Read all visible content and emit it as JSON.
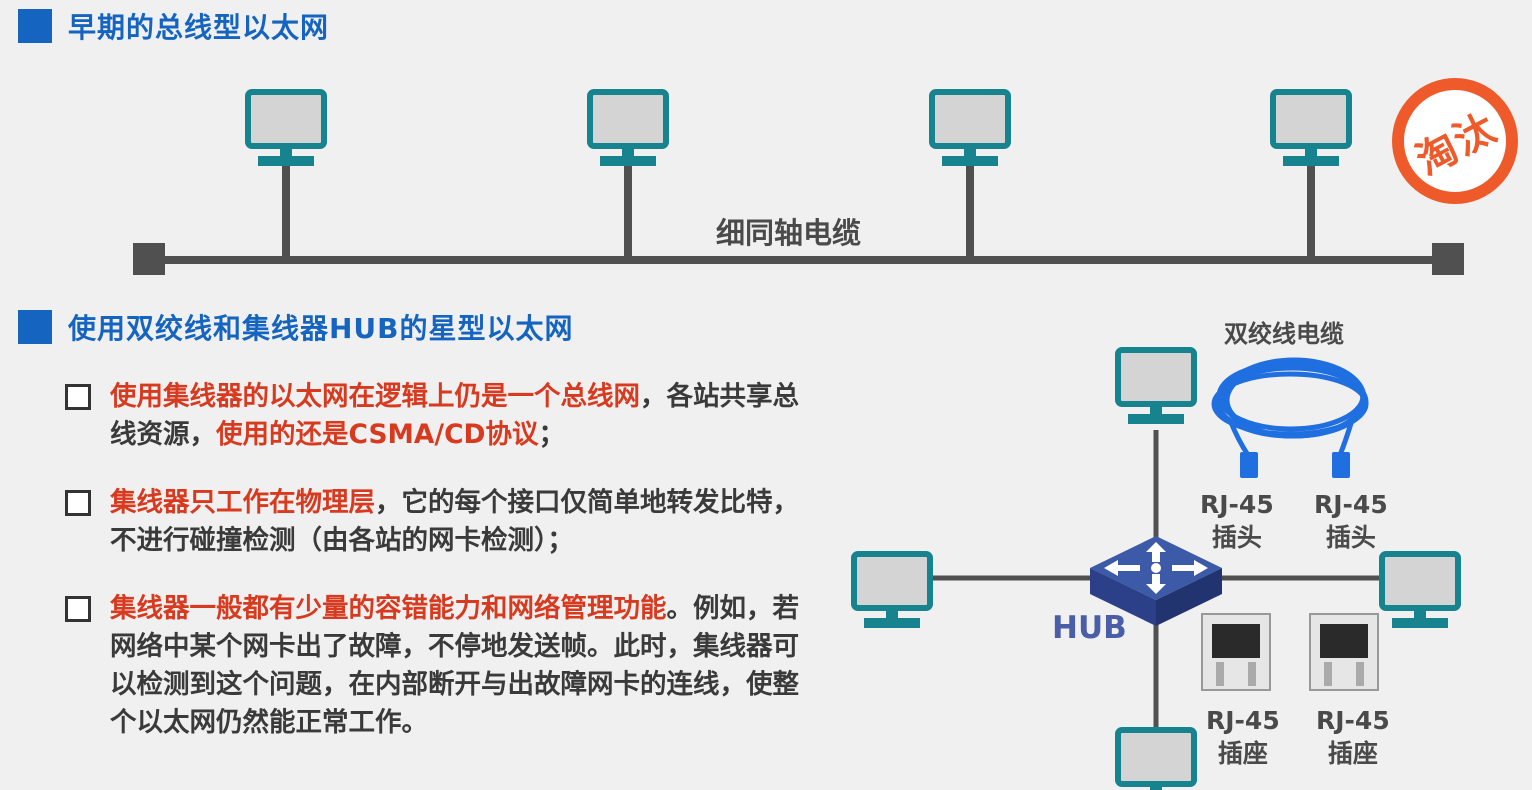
{
  "sections": {
    "bus": {
      "title": "早期的总线型以太网",
      "cable_label": "细同轴电缆",
      "stamp": "淘汰"
    },
    "star": {
      "title": "使用双绞线和集线器HUB的星型以太网"
    }
  },
  "bullets": [
    {
      "red": "使用集线器的以太网在逻辑上仍是一个总线网",
      "black1": "，各站共享总线资源，",
      "red2": "使用的还是CSMA/CD协议",
      "black2": "；"
    },
    {
      "red": "集线器只工作在物理层",
      "black1": "，它的每个接口仅简单地转发比特，不进行碰撞检测（由各站的网卡检测）；",
      "red2": "",
      "black2": ""
    },
    {
      "red": "集线器一般都有少量的容错能力和网络管理功能",
      "black1": "。例如，若网络中某个网卡出了故障，不停地发送帧。此时，集线器可以检测到这个问题，在内部断开与出故障网卡的连线，使整个以太网仍然能正常工作。",
      "red2": "",
      "black2": ""
    }
  ],
  "diagram": {
    "hub_label": "HUB",
    "cable_title": "双绞线电缆",
    "plug_label_1": "RJ-45",
    "plug_label_2": "插头",
    "socket_label_1": "RJ-45",
    "socket_label_2": "插座"
  },
  "colors": {
    "accent_blue": "#1565c0",
    "highlight_red": "#d83a1f",
    "stamp_orange": "#ef5a2a",
    "monitor_teal": "#17838f",
    "cable_blue": "#1f6fe0"
  }
}
